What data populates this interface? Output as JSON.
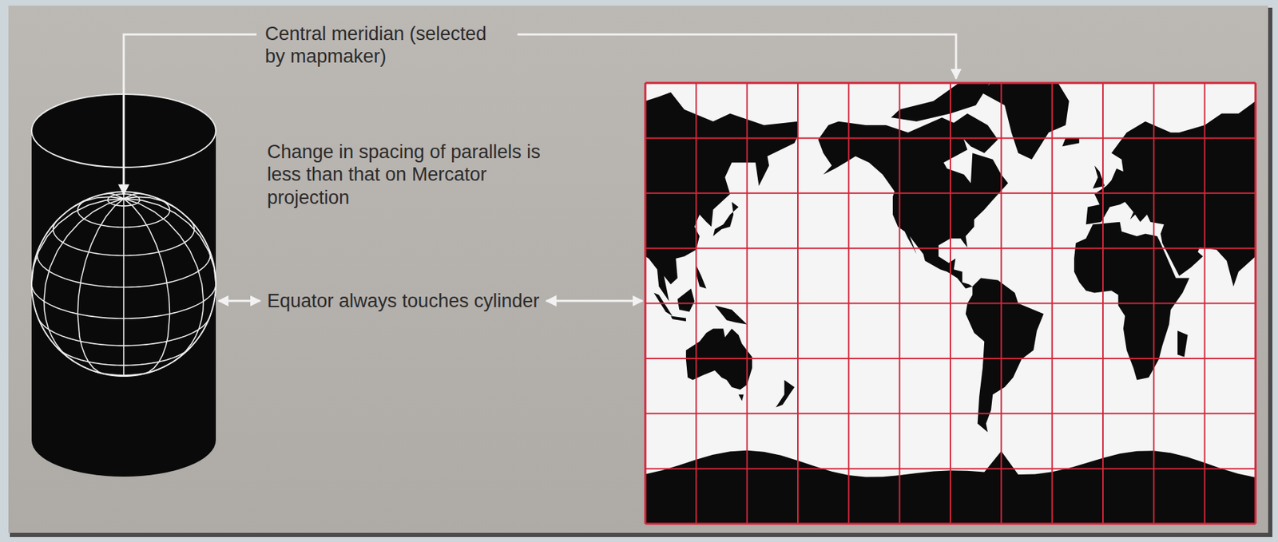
{
  "diagram": {
    "labels": [
      "Central meridian (selected by mapmaker)",
      "Change in spacing of parallels is less than that on Mercator projection",
      "Equator always touches cylinder"
    ]
  }
}
